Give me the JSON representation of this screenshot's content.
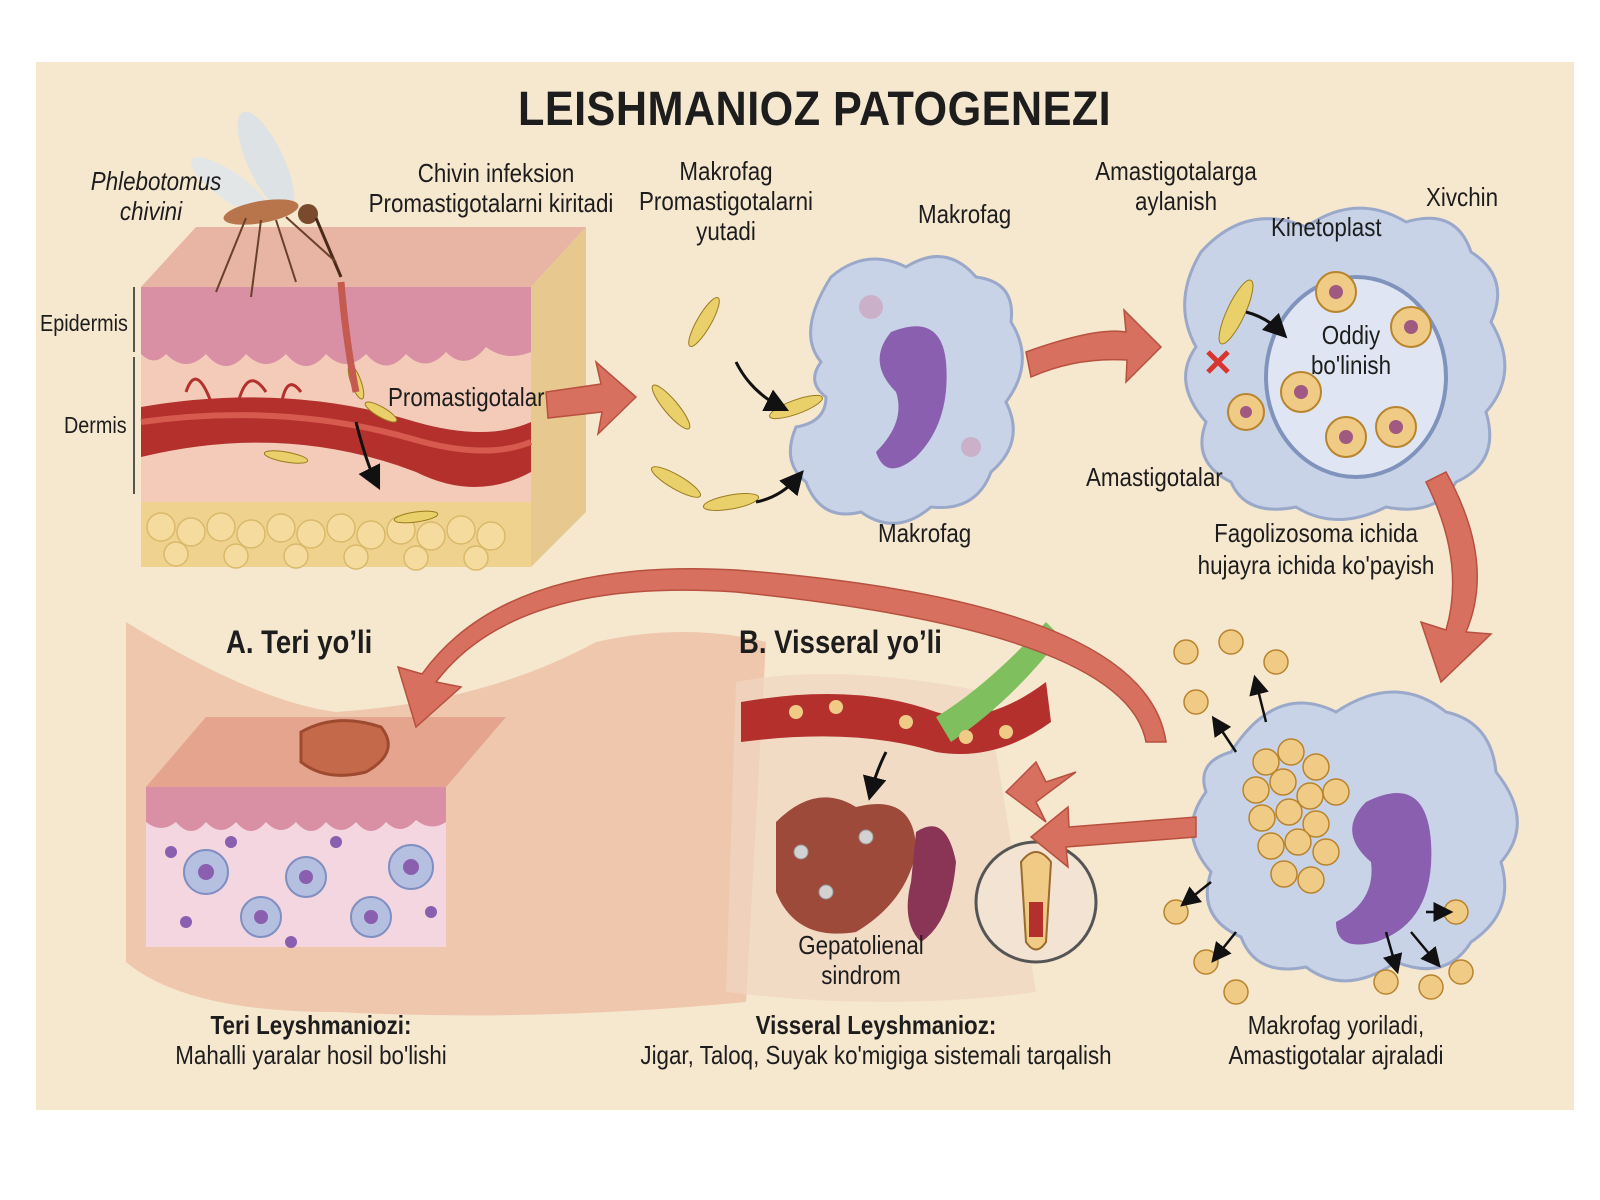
{
  "title": "LEISHMANIOZ PATOGENEZI",
  "labels": {
    "vector_name_1": "Phlebotomus",
    "vector_name_2": "chivini",
    "infection_1": "Chivin infeksion",
    "infection_2": "Promastigotalarni kiritadi",
    "epidermis": "Epidermis",
    "dermis": "Dermis",
    "promastigotes": "Promastigotalar",
    "engulf_1": "Makrofag",
    "engulf_2": "Promastigotalarni",
    "engulf_3": "yutadi",
    "macrophage_top": "Makrofag",
    "macrophage_bottom": "Makrofag",
    "transform_1": "Amastigotalarga",
    "transform_2": "aylanish",
    "kinetoplast": "Kinetoplast",
    "flagellum": "Xivchin",
    "division_1": "Oddiy",
    "division_2": "bo'linish",
    "amastigotes": "Amastigotalar",
    "replication_1": "Fagolizosoma ichida",
    "replication_2": "hujayra ichida ko'payish",
    "route_a": "A. Teri yo’li",
    "route_b": "B. Visseral yo’li",
    "hepatosplenic_1": "Gepatolienal",
    "hepatosplenic_2": "sindrom",
    "cutaneous_title": "Teri Leyshmaniozi:",
    "cutaneous_desc": "Mahalli yaralar hosil bo'lishi",
    "visceral_title": "Visseral Leyshmanioz:",
    "visceral_desc": "Jigar, Taloq, Suyak ko'migiga sistemali tarqalish",
    "rupture_1": "Makrofag yoriladi,",
    "rupture_2": "Amastigotalar ajraladi"
  },
  "colors": {
    "background": "#f6e7cf",
    "arrow": "#d8705f",
    "macrophage": "#c9d3e8",
    "nucleus": "#8a5fb0",
    "parasite": "#e9d06a",
    "blood": "#b3302c",
    "skin": "#eab8a6"
  }
}
